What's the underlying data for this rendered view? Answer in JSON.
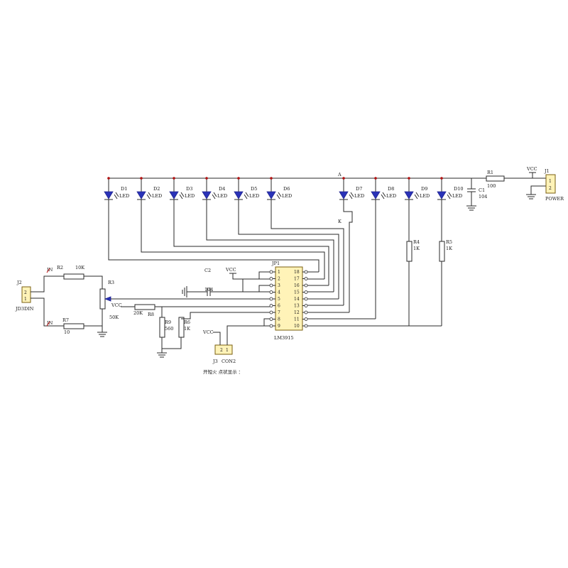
{
  "leds": [
    {
      "ref": "D1",
      "label": "LED"
    },
    {
      "ref": "D2",
      "label": "LED"
    },
    {
      "ref": "D3",
      "label": "LED"
    },
    {
      "ref": "D4",
      "label": "LED"
    },
    {
      "ref": "D5",
      "label": "LED"
    },
    {
      "ref": "D6",
      "label": "LED"
    },
    {
      "ref": "D7",
      "label": "LED"
    },
    {
      "ref": "D8",
      "label": "LED"
    },
    {
      "ref": "D9",
      "label": "LED"
    },
    {
      "ref": "D10",
      "label": "LED"
    }
  ],
  "d7": {
    "anode": "A",
    "cathode": "K"
  },
  "chip": {
    "ref": "JP1",
    "name": "LM3915",
    "left_pins": [
      "1",
      "2",
      "3",
      "4",
      "5",
      "6",
      "7",
      "8",
      "9"
    ],
    "right_pins": [
      "18",
      "17",
      "16",
      "15",
      "14",
      "13",
      "12",
      "11",
      "10"
    ]
  },
  "c2": {
    "ref": "C2",
    "value": "104"
  },
  "c1": {
    "ref": "C1",
    "value": "104"
  },
  "r1": {
    "ref": "R1",
    "value": "100"
  },
  "r2": {
    "ref": "R2",
    "value": "10K"
  },
  "r7": {
    "ref": "R7",
    "value": "10"
  },
  "r3": {
    "ref": "R3",
    "value": "50K"
  },
  "r8": {
    "ref": "R8",
    "value": "20K"
  },
  "r9": {
    "ref": "R9",
    "value": "560"
  },
  "r6": {
    "ref": "R6",
    "value": "1K"
  },
  "r4": {
    "ref": "R4",
    "value": "1K"
  },
  "r5": {
    "ref": "R5",
    "value": "1K"
  },
  "j1": {
    "ref": "J1",
    "name": "POWER",
    "pins": [
      "1",
      "2"
    ]
  },
  "j2": {
    "ref": "J2",
    "name": "JD3DIN",
    "pins": [
      "2",
      "1"
    ],
    "net_top": "IN",
    "net_bottom": "IN"
  },
  "j3": {
    "ref": "J3",
    "name": "CON2",
    "pins": [
      "2",
      "1"
    ]
  },
  "vcc": {
    "power": "VCC",
    "chip": "VCC",
    "pot": "VCC",
    "j3": "VCC"
  },
  "note": "开短火 点状显示 ："
}
